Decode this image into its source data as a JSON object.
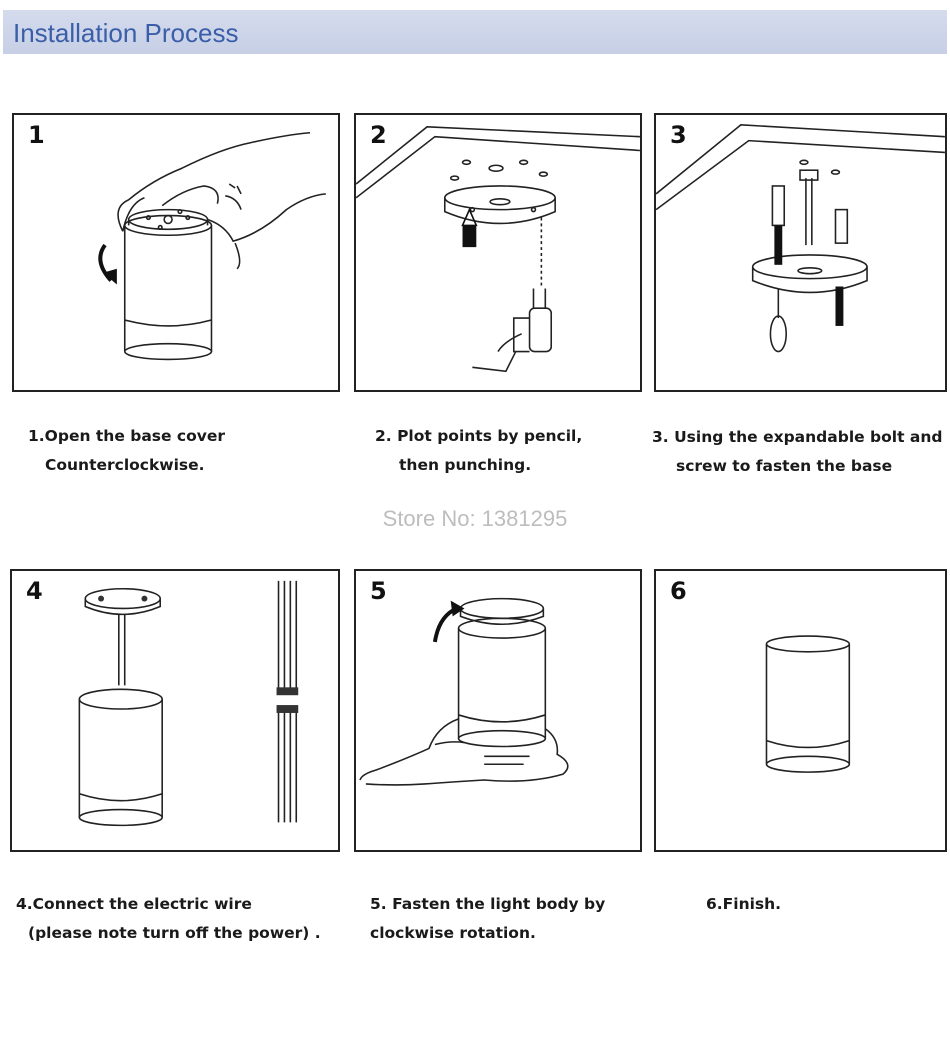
{
  "header": {
    "title": "Installation Process"
  },
  "steps": [
    {
      "number": "1",
      "caption_line1": "1.Open the base cover",
      "caption_line2": "Counterclockwise."
    },
    {
      "number": "2",
      "caption_line1": "2. Plot points by pencil,",
      "caption_line2": "then punching."
    },
    {
      "number": "3",
      "caption_line1": "3. Using the expandable bolt and",
      "caption_line2": "screw to fasten the base"
    },
    {
      "number": "4",
      "caption_line1": "4.Connect the electric wire",
      "caption_line2": "(please note turn off the power) ."
    },
    {
      "number": "5",
      "caption_line1": "5. Fasten the light body  by",
      "caption_line2": "clockwise rotation."
    },
    {
      "number": "6",
      "caption_line1": "6.Finish.",
      "caption_line2": ""
    }
  ],
  "watermark": {
    "text": "Store No: 1381295"
  },
  "colors": {
    "header_bg": "#ccd3ea",
    "header_text": "#3a5ea8",
    "watermark": "#bdbdbd"
  }
}
